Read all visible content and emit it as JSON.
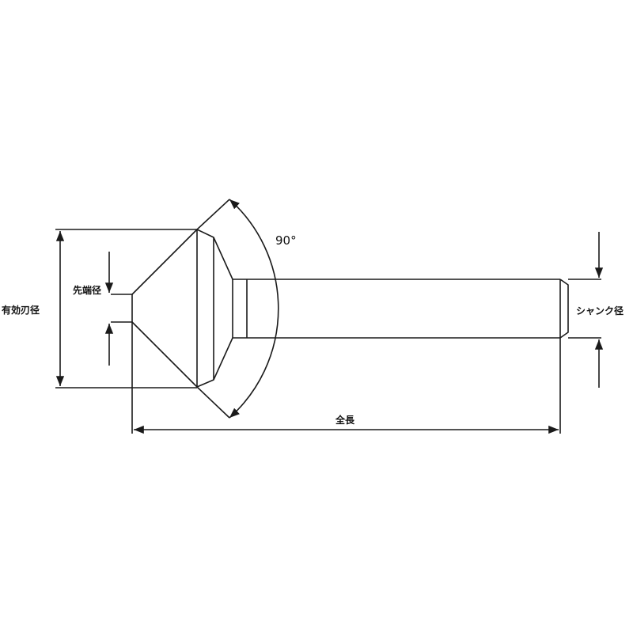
{
  "labels": {
    "angle": "90°",
    "effective_diameter": "有効刃径",
    "tip_diameter": "先端径",
    "shank_diameter": "シャンク径",
    "overall_length": "全長"
  },
  "colors": {
    "line": "#1a1a1a"
  }
}
